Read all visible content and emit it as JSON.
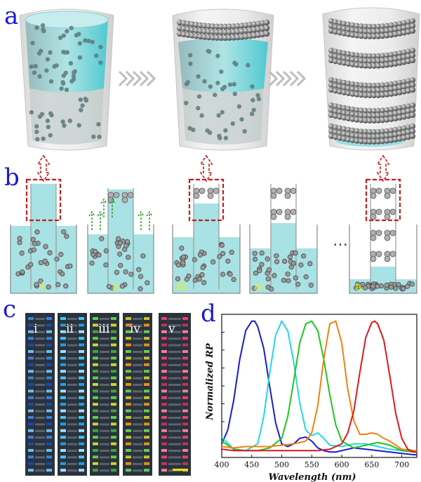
{
  "panels": {
    "a": "a",
    "b": "b",
    "c": "c",
    "d": "d"
  },
  "stages_b": [
    "i",
    "ii",
    "iii",
    "iv",
    "n"
  ],
  "ellipsis": "…",
  "micrographs": [
    "i",
    "ii",
    "iii",
    "iv",
    "v"
  ],
  "colors": {
    "fluid": "#a8e2e4",
    "fluid_edge": "#5cc9cf",
    "sphere": "#8a8a8a",
    "dashed_red": "#c0201c",
    "dashed_green": "#2a9a2a",
    "arrow_gray": "#bdbdbd",
    "label_yellow": "#f0f000",
    "letter_blue": "#1a1ad0"
  },
  "chart_data": {
    "type": "line",
    "xlabel": "Wavelength (nm)",
    "ylabel": "Normalized RP",
    "xlim": [
      400,
      725
    ],
    "ylim": [
      0,
      1.05
    ],
    "xticks": [
      400,
      450,
      500,
      550,
      600,
      650,
      700
    ],
    "series": [
      {
        "color": "#1a1ad0",
        "x": [
          400,
          410,
          420,
          430,
          440,
          450,
          455,
          460,
          470,
          480,
          490,
          500,
          510,
          520,
          530,
          540,
          550,
          560,
          570,
          580,
          590,
          600,
          620,
          640,
          660,
          680,
          700,
          720,
          725
        ],
        "values": [
          0.1,
          0.2,
          0.42,
          0.72,
          0.93,
          1.0,
          1.0,
          0.96,
          0.8,
          0.52,
          0.25,
          0.1,
          0.08,
          0.1,
          0.14,
          0.15,
          0.12,
          0.07,
          0.05,
          0.04,
          0.04,
          0.05,
          0.07,
          0.06,
          0.05,
          0.04,
          0.03,
          0.02,
          0.02
        ]
      },
      {
        "color": "#20d8e0",
        "x": [
          400,
          420,
          440,
          460,
          470,
          480,
          490,
          500,
          510,
          520,
          530,
          540,
          550,
          560,
          570,
          580,
          600,
          620,
          640,
          660,
          680,
          700,
          720,
          725
        ],
        "values": [
          0.15,
          0.06,
          0.05,
          0.1,
          0.3,
          0.62,
          0.9,
          1.0,
          0.93,
          0.7,
          0.4,
          0.2,
          0.16,
          0.18,
          0.14,
          0.09,
          0.08,
          0.1,
          0.1,
          0.08,
          0.06,
          0.05,
          0.04,
          0.04
        ]
      },
      {
        "color": "#22c322",
        "x": [
          400,
          420,
          440,
          460,
          480,
          500,
          510,
          520,
          530,
          540,
          550,
          560,
          570,
          580,
          590,
          600,
          620,
          640,
          660,
          680,
          700,
          720,
          725
        ],
        "values": [
          0.12,
          0.06,
          0.05,
          0.05,
          0.07,
          0.14,
          0.3,
          0.56,
          0.84,
          0.98,
          1.0,
          0.93,
          0.72,
          0.46,
          0.24,
          0.12,
          0.07,
          0.09,
          0.11,
          0.09,
          0.05,
          0.04,
          0.04
        ]
      },
      {
        "color": "#f08010",
        "x": [
          400,
          420,
          440,
          460,
          480,
          500,
          520,
          540,
          550,
          560,
          570,
          580,
          590,
          600,
          610,
          620,
          630,
          640,
          650,
          660,
          670,
          680,
          700,
          720,
          725
        ],
        "values": [
          0.08,
          0.07,
          0.08,
          0.08,
          0.08,
          0.09,
          0.1,
          0.12,
          0.18,
          0.38,
          0.72,
          0.98,
          1.0,
          0.84,
          0.5,
          0.27,
          0.17,
          0.17,
          0.18,
          0.17,
          0.14,
          0.12,
          0.06,
          0.05,
          0.05
        ]
      },
      {
        "color": "#e01818",
        "x": [
          400,
          420,
          440,
          460,
          480,
          500,
          520,
          540,
          560,
          580,
          600,
          610,
          620,
          630,
          640,
          650,
          655,
          660,
          670,
          680,
          690,
          700,
          710,
          720,
          725
        ],
        "values": [
          0.06,
          0.05,
          0.05,
          0.05,
          0.05,
          0.05,
          0.05,
          0.05,
          0.05,
          0.06,
          0.1,
          0.18,
          0.34,
          0.62,
          0.88,
          0.99,
          1.0,
          0.98,
          0.86,
          0.6,
          0.32,
          0.14,
          0.06,
          0.04,
          0.04
        ]
      }
    ]
  }
}
